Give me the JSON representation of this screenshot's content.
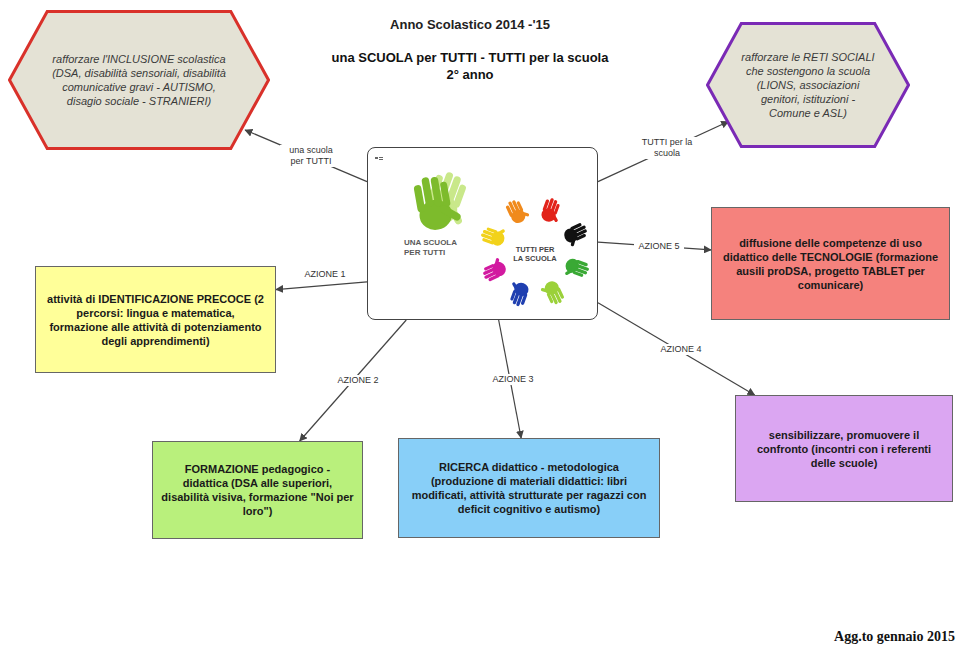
{
  "diagram": {
    "title": "Anno Scolastico 2014 -'15",
    "nodes": [
      {
        "text": [
          "rafforzare l'INCLUSIONE scolastica (DSA, disabilità sensoriali, disabilità comunicative gravi - AUTISMO, disagio sociale - STRANIERI)"
        ]
      },
      {
        "text": [
          "rafforzare le RETI SOCIALI che sostengono la scuola (LIONS, associazioni genitori, istituzioni - Comune e ASL)"
        ]
      },
      {
        "text": [
          "UNA SCUOLA PER TUTTI",
          "TUTTI PER LA SCUOLA"
        ]
      },
      {
        "text": [
          "attività di IDENTIFICAZIONE PRECOCE (2 percorsi: lingua e matematica, formazione alle attività di potenziamento degli apprendimenti)"
        ]
      },
      {
        "text": [
          "FORMAZIONE pedagogico - didattica (DSA alle superiori, disabilità visiva, formazione \"Noi per loro\")"
        ]
      },
      {
        "text": [
          "RICERCA didattico - metodologica (produzione di materiali didattici: libri modificati, attività strutturate per ragazzi con deficit cognitivo e autismo)"
        ]
      },
      {
        "text": [
          "sensibilizzare, promuovere il confronto (incontri con i referenti delle scuole)"
        ]
      },
      {
        "text": [
          "diffusione delle competenze di uso didattico delle TECNOLOGIE (formazione ausili proDSA, progetto TABLET per comunicare)"
        ]
      }
    ],
    "edges": [
      {
        "from": 2,
        "to": 0,
        "label": "una scuola per TUTTI",
        "arrow": "to"
      },
      {
        "from": 2,
        "to": 1,
        "label": "TUTTI per la scuola",
        "arrow": "to"
      },
      {
        "from": 2,
        "to": 3,
        "label": "AZIONE 1",
        "arrow": "to"
      },
      {
        "from": 2,
        "to": 4,
        "label": "AZIONE 2",
        "arrow": "to"
      },
      {
        "from": 2,
        "to": 5,
        "label": "AZIONE 3",
        "arrow": "to"
      },
      {
        "from": 2,
        "to": 6,
        "label": "AZIONE 4",
        "arrow": "to"
      },
      {
        "from": 2,
        "to": 7,
        "label": "AZIONE 5",
        "arrow": "to"
      }
    ],
    "labels": [
      "una SCUOLA per TUTTI - TUTTI per la scuola",
      "2° anno",
      "Agg.to gennaio 2015"
    ]
  }
}
